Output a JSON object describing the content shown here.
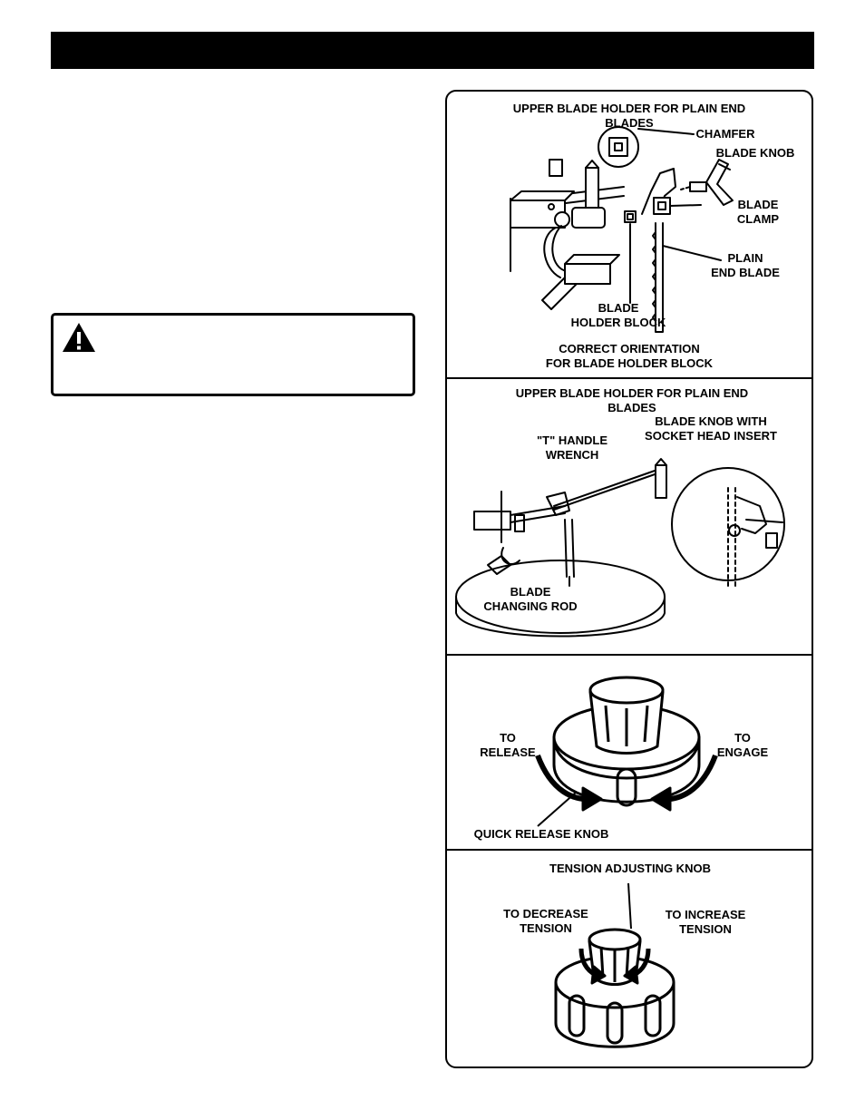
{
  "figures": {
    "panel1": {
      "title": "UPPER BLADE HOLDER FOR PLAIN END BLADES",
      "chamfer": "CHAMFER",
      "blade_knob": "BLADE KNOB",
      "blade_clamp": "BLADE\nCLAMP",
      "plain_end_blade": "PLAIN\nEND BLADE",
      "blade_holder_block": "BLADE\nHOLDER BLOCK",
      "caption": "CORRECT ORIENTATION\nFOR BLADE HOLDER BLOCK"
    },
    "panel2": {
      "title": "UPPER BLADE HOLDER FOR PLAIN END BLADES",
      "t_handle": "\"T\" HANDLE\nWRENCH",
      "blade_knob_socket": "BLADE KNOB WITH\nSOCKET HEAD INSERT",
      "blade_changing_rod": "BLADE\nCHANGING ROD"
    },
    "panel3": {
      "to_release": "TO\nRELEASE",
      "to_engage": "TO\nENGAGE",
      "quick_release_knob": "QUICK RELEASE KNOB"
    },
    "panel4": {
      "title": "TENSION ADJUSTING KNOB",
      "to_decrease": "TO DECREASE\nTENSION",
      "to_increase": "TO INCREASE\nTENSION"
    }
  },
  "icons": {
    "warning": "warning-triangle-icon"
  }
}
